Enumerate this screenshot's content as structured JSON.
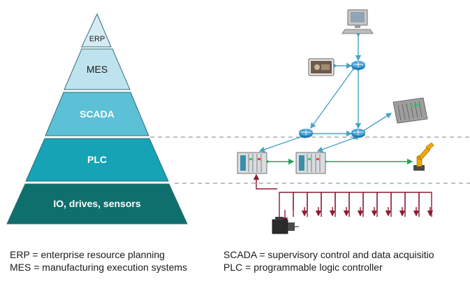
{
  "pyramid": {
    "levels": [
      {
        "label": "ERP",
        "color": "#d6ecf3"
      },
      {
        "label": "MES",
        "color": "#bfe3ee"
      },
      {
        "label": "SCADA",
        "color": "#5cc0d6"
      },
      {
        "label": "PLC",
        "color": "#16a3b5"
      },
      {
        "label": "IO, drives, sensors",
        "color": "#0f6f6c"
      }
    ]
  },
  "legend": {
    "erp": "ERP = enterprise resource planning",
    "mes": "MES = manufacturing execution systems",
    "scada": "SCADA = supervisory control and data acquisitio",
    "plc": "PLC = programmable logic controller"
  },
  "colors": {
    "ethernet_line": "#4aa3c8",
    "fieldbus_line": "#27a35a",
    "io_line": "#8c1b32",
    "router": "#1f78b4",
    "dashed": "#9a9a9a"
  },
  "icons": {
    "computer": "desktop-computer-icon",
    "camera": "video-camera-icon",
    "rack": "server-rack-icon",
    "plc": "plc-controller-icon",
    "robot": "robot-arm-icon",
    "motor": "servo-motor-icon",
    "router": "router-icon"
  }
}
